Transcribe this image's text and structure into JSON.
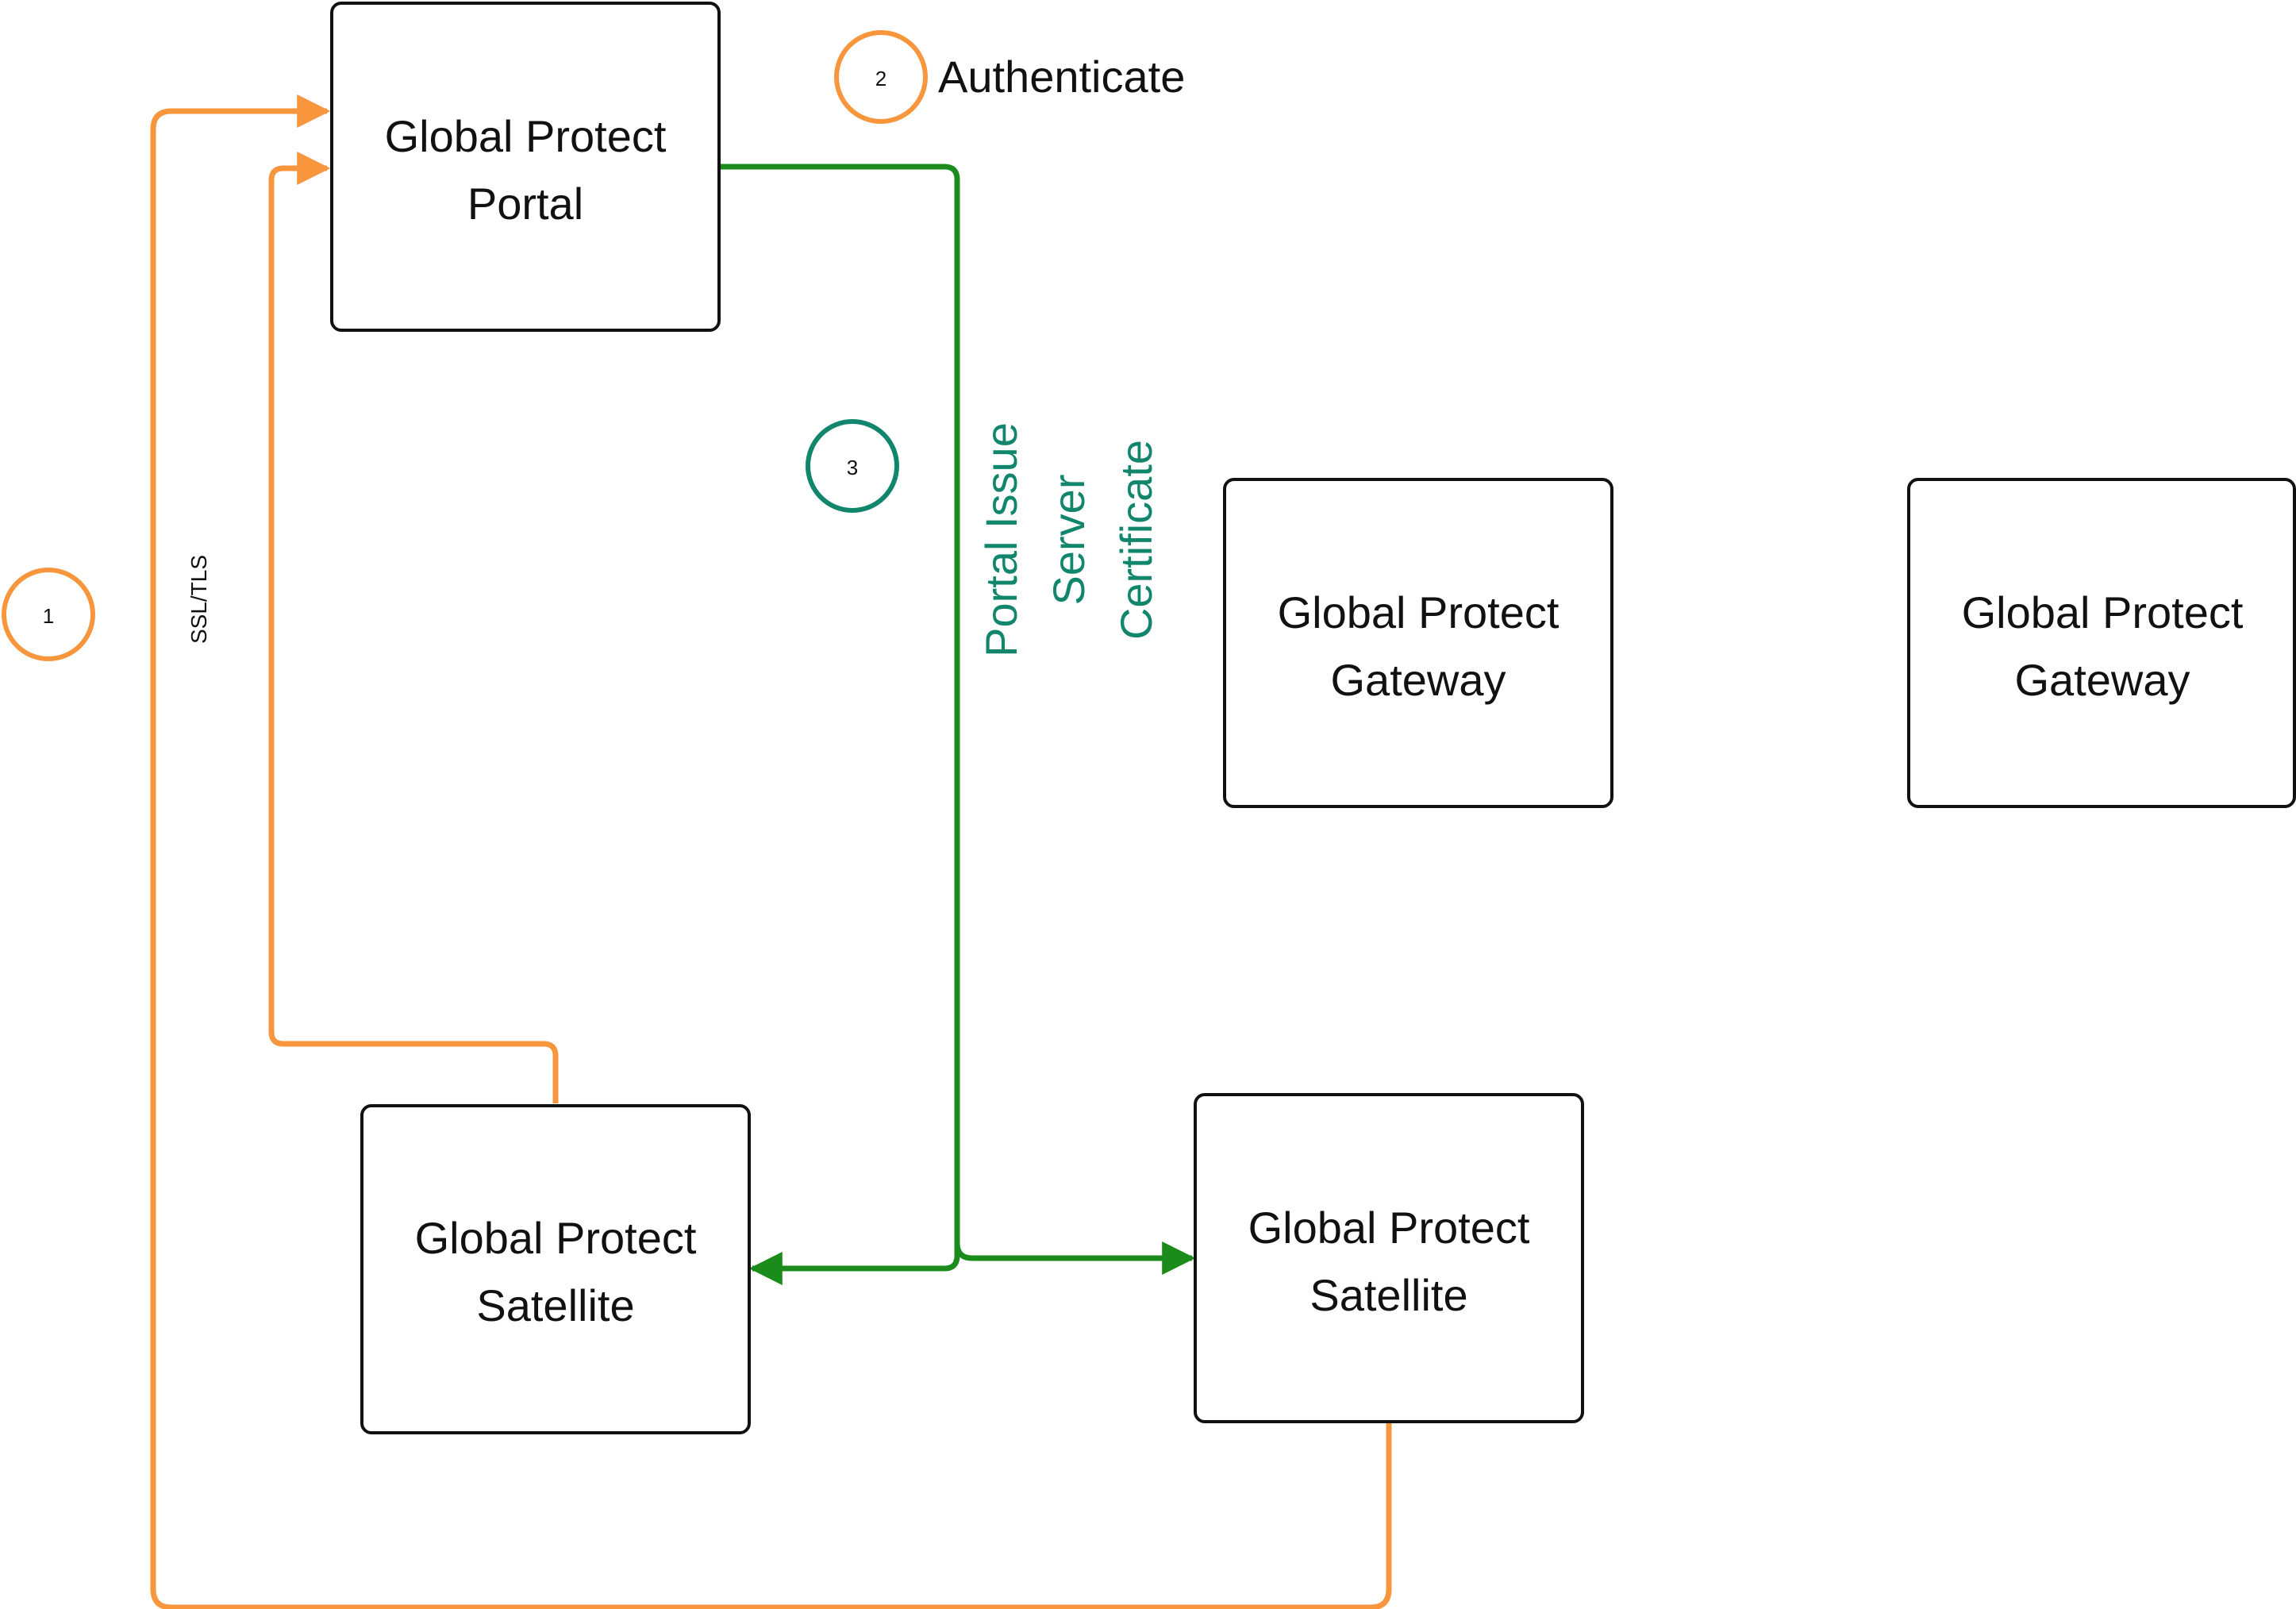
{
  "colors": {
    "orange": "#F7963C",
    "green": "#1B8C1B",
    "teal": "#12866C",
    "box_stroke": "#111111"
  },
  "nodes": {
    "portal": {
      "line1": "Global Protect",
      "line2": "Portal"
    },
    "gateway_1": {
      "line1": "Global Protect",
      "line2": "Gateway"
    },
    "gateway_2": {
      "line1": "Global Protect",
      "line2": "Gateway"
    },
    "satellite_1": {
      "line1": "Global Protect",
      "line2": "Satellite"
    },
    "satellite_2": {
      "line1": "Global Protect",
      "line2": "Satellite"
    }
  },
  "steps": {
    "step1": {
      "number": "1"
    },
    "step2": {
      "number": "2",
      "label": "Authenticate"
    },
    "step3": {
      "number": "3",
      "label_line1": "Portal Issue",
      "label_line2": "Server",
      "label_line3": "Certificate"
    }
  },
  "edge_labels": {
    "ssl": "SSL/TLS"
  }
}
